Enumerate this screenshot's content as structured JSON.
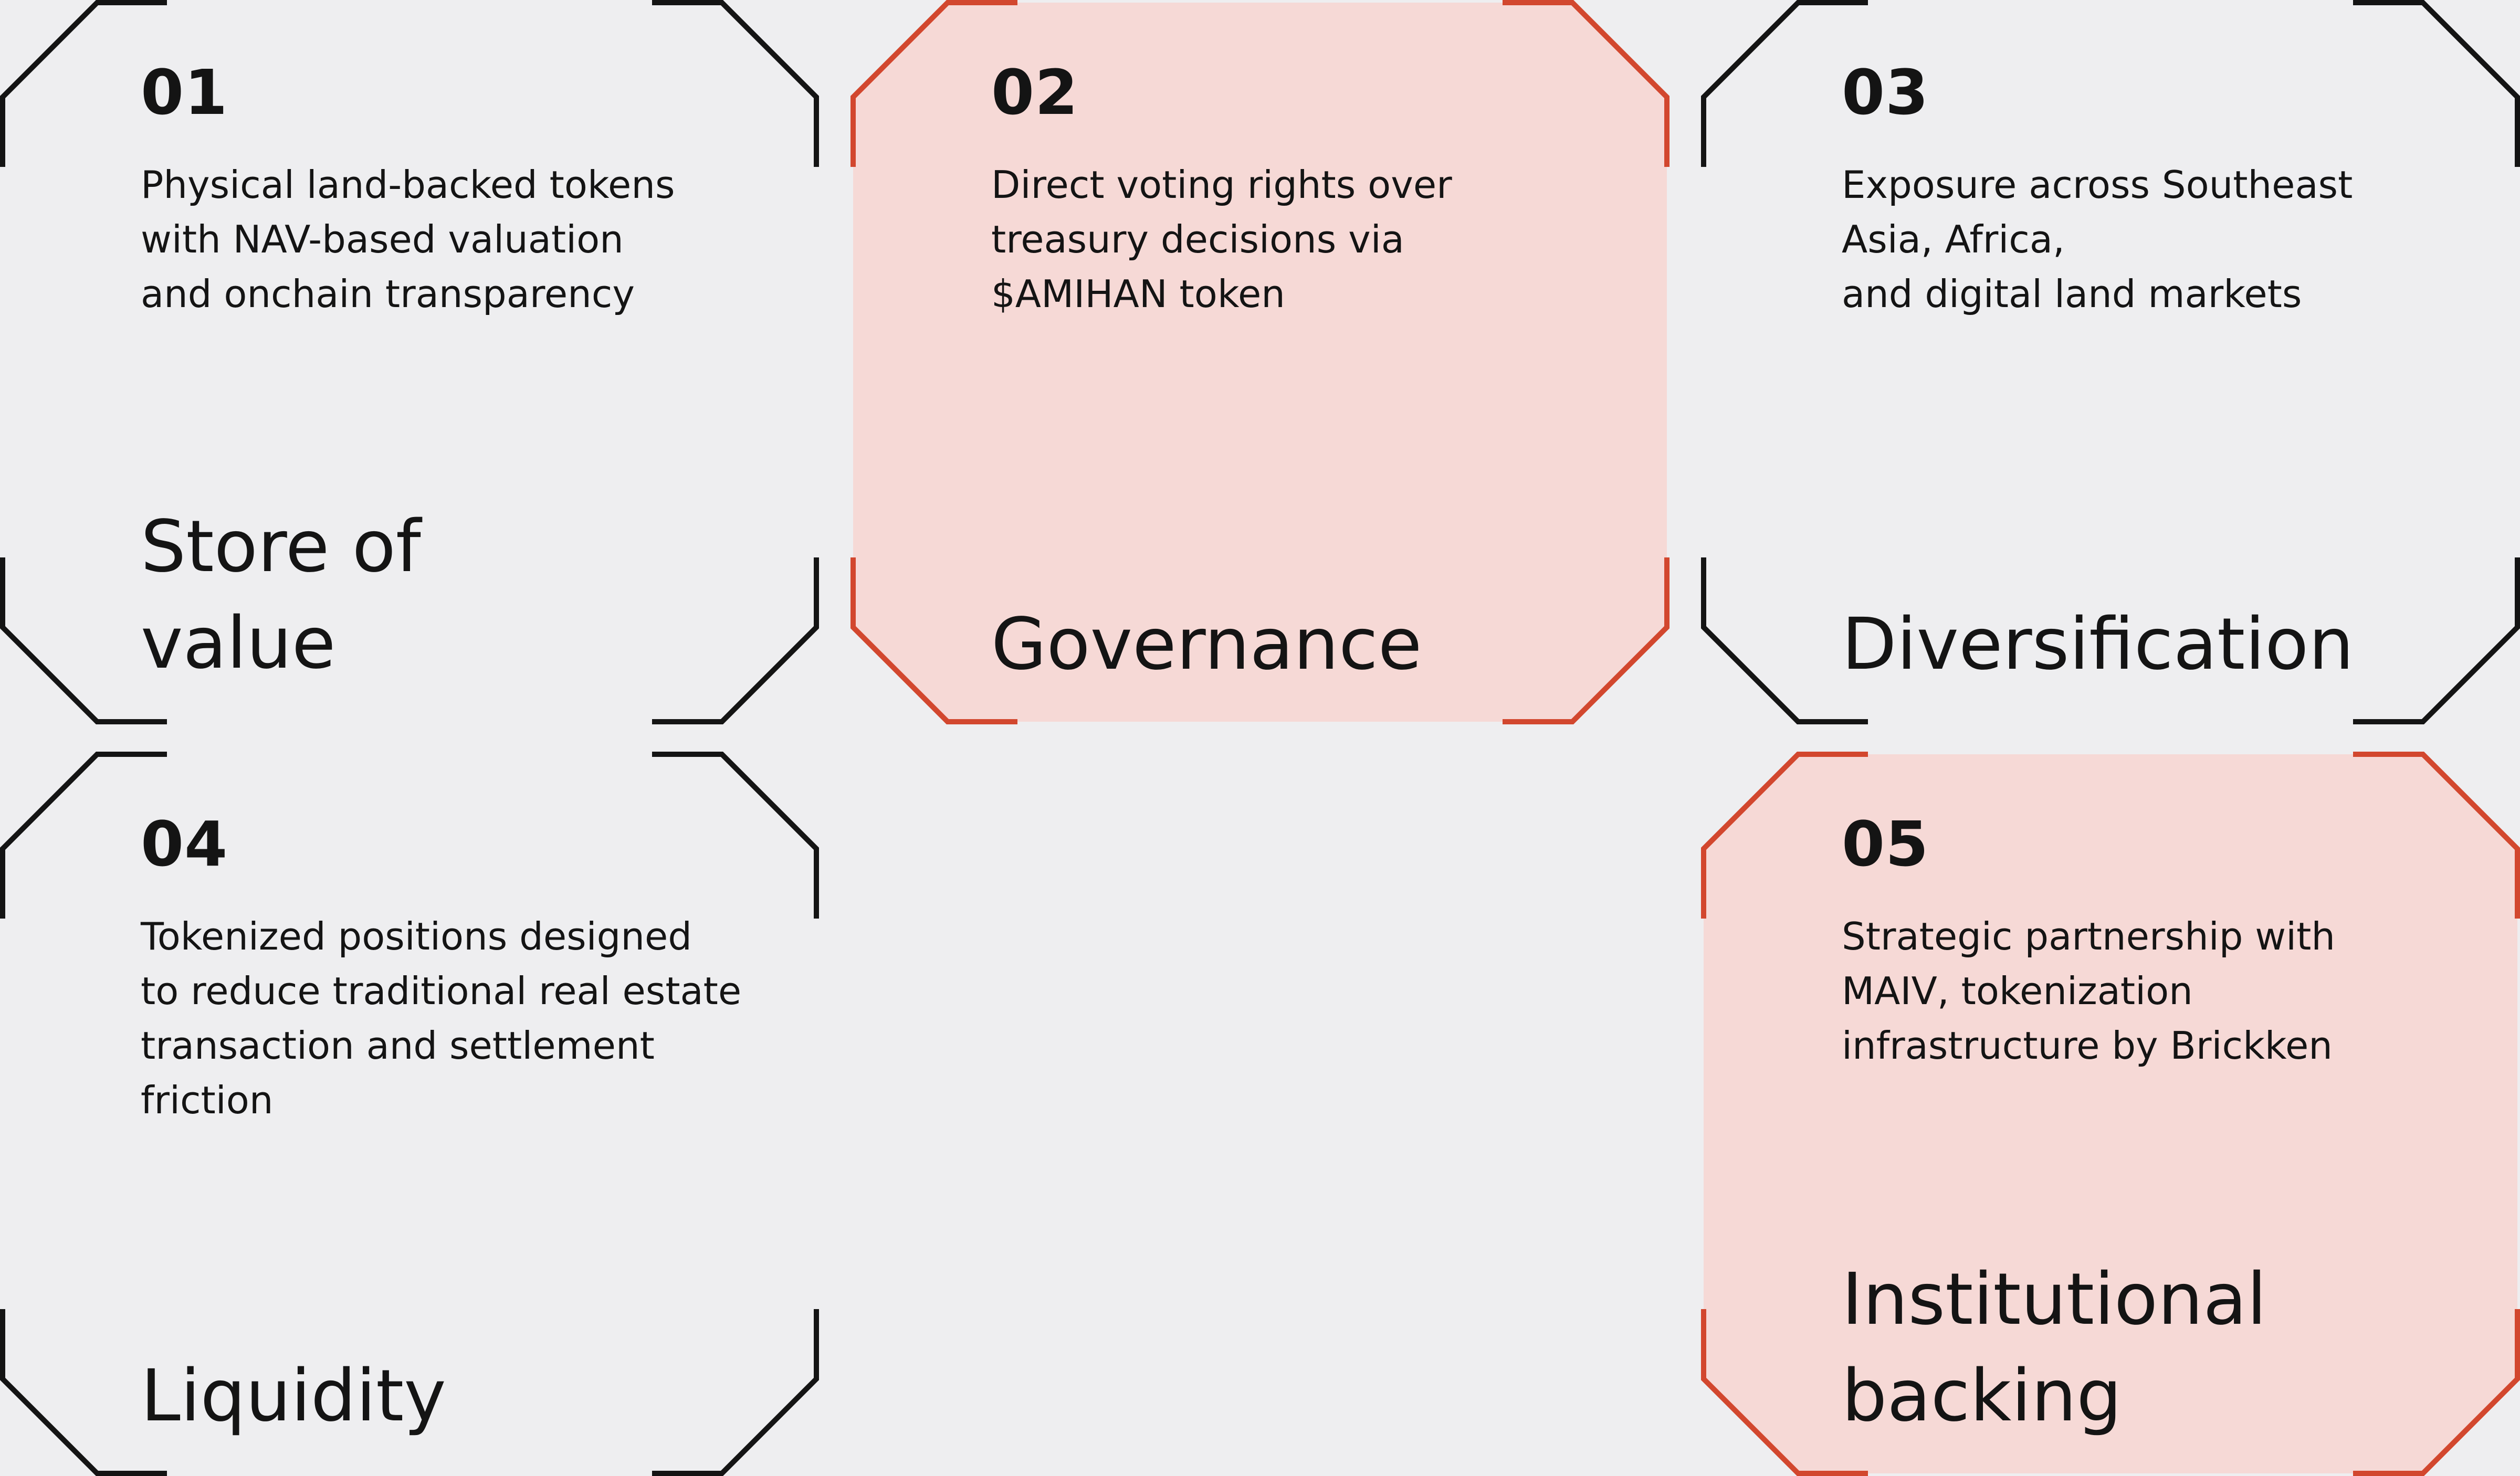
{
  "cards": [
    {
      "number": "01",
      "description": "Physical land-backed tokens\nwith NAV-based valuation\nand onchain transparency",
      "title": "Store of\nvalue",
      "highlighted": false
    },
    {
      "number": "02",
      "description": "Direct voting rights over\ntreasury decisions via\n$AMIHAN token",
      "title": "Governance",
      "highlighted": true
    },
    {
      "number": "03",
      "description": "Exposure across Southeast\nAsia, Africa,\nand digital land markets",
      "title": "Diversification",
      "highlighted": false
    },
    {
      "number": "04",
      "description": "Tokenized positions designed\nto reduce traditional real estate\ntransaction and settlement\nfriction",
      "title": "Liquidity",
      "highlighted": false
    },
    {
      "number": "05",
      "description": "Strategic partnership with\nMAIV, tokenization\ninfrastructure by Brickken",
      "title": "Institutional\nbacking",
      "highlighted": true
    }
  ],
  "colors": {
    "background": "#eeeef0",
    "text": "#141414",
    "accent_stroke": "#d2472e",
    "accent_fill": "#f6d9d6"
  }
}
